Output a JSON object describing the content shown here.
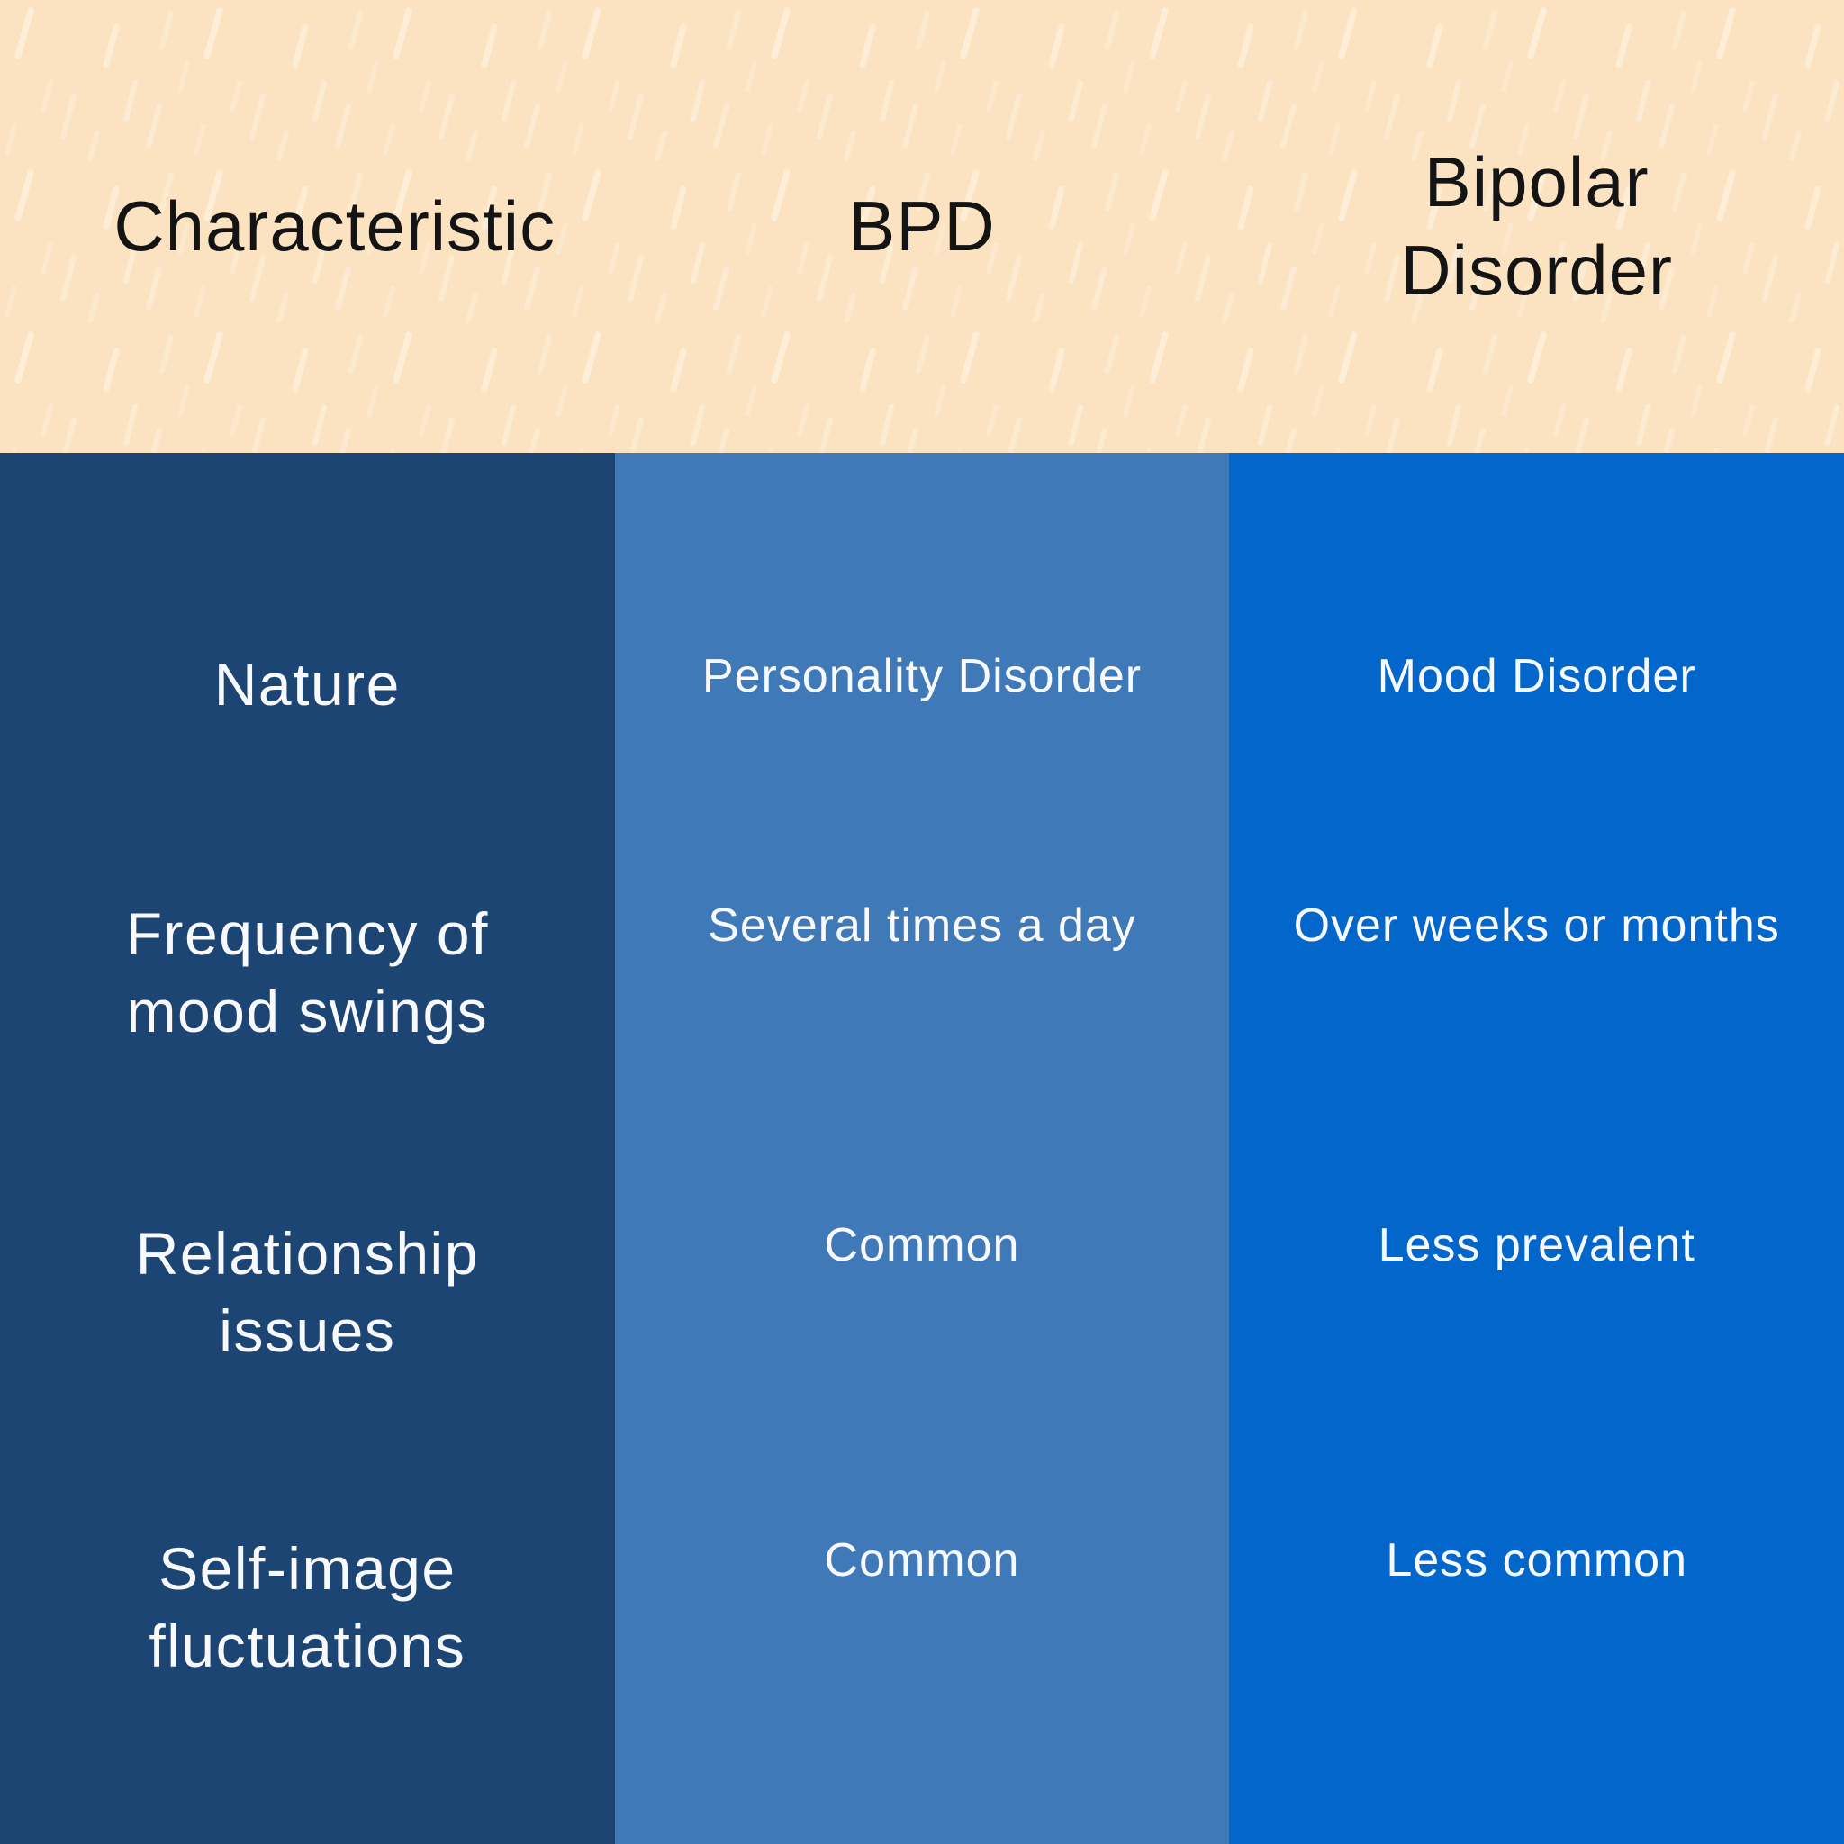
{
  "meta": {
    "description": "Comparison infographic table of BPD vs Bipolar Disorder"
  },
  "colors": {
    "header_background": "#FBE3C2",
    "header_texture_dash": "#FDF0DA",
    "header_text": "#141414",
    "column_characteristic_bg": "#1C4573",
    "column_bpd_bg": "#4079B8",
    "column_bipolar_bg": "#0266CB",
    "body_text": "#F7F9FC"
  },
  "header": {
    "columns": [
      "Characteristic",
      "BPD",
      "Bipolar Disorder"
    ]
  },
  "table": {
    "rows": [
      {
        "characteristic": "Nature",
        "bpd": "Personality Disorder",
        "bipolar": "Mood Disorder"
      },
      {
        "characteristic": "Frequency of mood swings",
        "bpd": "Several times a day",
        "bipolar": "Over weeks or months"
      },
      {
        "characteristic": "Relationship issues",
        "bpd": "Common",
        "bipolar": "Less prevalent"
      },
      {
        "characteristic": "Self-image fluctuations",
        "bpd": "Common",
        "bipolar": "Less common"
      }
    ]
  },
  "chart_data": {
    "type": "table",
    "columns": [
      "Characteristic",
      "BPD",
      "Bipolar Disorder"
    ],
    "rows": [
      [
        "Nature",
        "Personality Disorder",
        "Mood Disorder"
      ],
      [
        "Frequency of mood swings",
        "Several times a day",
        "Over weeks or months"
      ],
      [
        "Relationship issues",
        "Common",
        "Less prevalent"
      ],
      [
        "Self-image fluctuations",
        "Common",
        "Less common"
      ]
    ],
    "layout": {
      "header_position": "top",
      "column_count": 3,
      "row_count": 4
    }
  }
}
